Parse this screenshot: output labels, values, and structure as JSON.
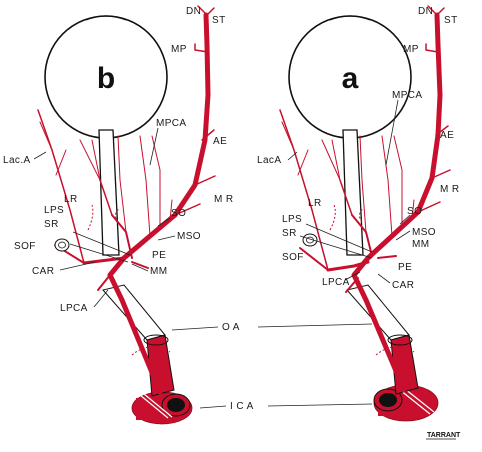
{
  "panel_b": {
    "letter": "b",
    "labels": {
      "dn": "DN",
      "st": "ST",
      "mp": "MP",
      "mpca": "MPCA",
      "ae": "AE",
      "laca": "Lac.A",
      "mr": "M R",
      "lr": "LR",
      "so": "SO",
      "lps": "LPS",
      "sr": "SR",
      "mso": "MSO",
      "sof": "SOF",
      "pe": "PE",
      "car": "CAR",
      "mm": "MM",
      "lpca": "LPCA"
    }
  },
  "panel_a": {
    "letter": "a",
    "labels": {
      "dn": "DN",
      "st": "ST",
      "mp": "MP",
      "mpca": "MPCA",
      "ae": "AE",
      "laca": "LacA",
      "mr": "M R",
      "lr": "LR",
      "so": "SO",
      "lps": "LPS",
      "sr": "SR",
      "mso": "MSO",
      "sof": "SOF",
      "mm": "MM",
      "pe": "PE",
      "lpca": "LPCA",
      "car": "CAR"
    }
  },
  "shared": {
    "oa": "O A",
    "ica": "I C A"
  },
  "signature": "TARRANT",
  "colors": {
    "artery": "#c8102e",
    "outline": "#111111",
    "background": "#ffffff"
  }
}
